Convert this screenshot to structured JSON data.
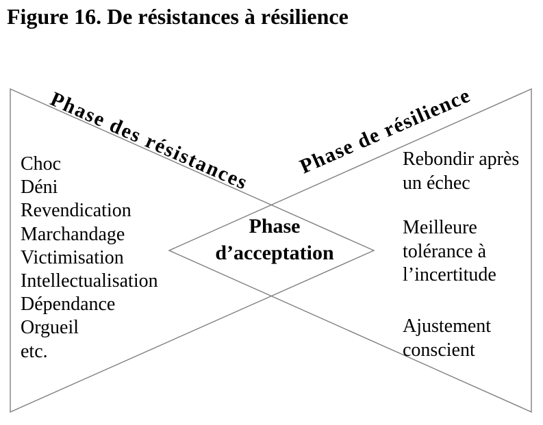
{
  "title": "Figure 16. De résistances à résilience",
  "diagram": {
    "left_phase_label": "Phase des résistances",
    "right_phase_label": "Phase de résilience",
    "center_label": [
      "Phase",
      "d’acceptation"
    ],
    "left_items": [
      "Choc",
      "Déni",
      "Revendication",
      "Marchandage",
      "Victimisation",
      "Intellectualisation",
      "Dépendance",
      "Orgueil",
      "etc."
    ],
    "right_groups": [
      [
        "Rebondir après",
        "un échec"
      ],
      [
        "Meilleure",
        "tolérance à",
        "l’incertitude"
      ],
      [
        "Ajustement",
        "conscient"
      ]
    ]
  },
  "colors": {
    "line": "#7f7f7f",
    "text": "#000000",
    "background": "#ffffff"
  }
}
